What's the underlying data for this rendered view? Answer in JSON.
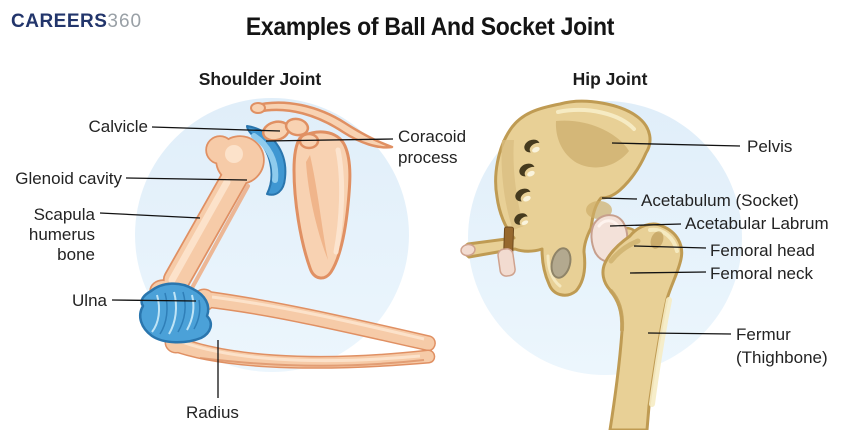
{
  "brand": {
    "name_primary": "CAREERS",
    "name_secondary": "360"
  },
  "title": "Examples of Ball And Socket Joint",
  "shoulder": {
    "heading": "Shoulder Joint",
    "labels": {
      "clavicle": "Calvicle",
      "coracoid_process": "Coracoid process",
      "glenoid_cavity": "Glenoid cavity",
      "scapula_humerus_bone": "Scapula humerus bone",
      "ulna": "Ulna",
      "radius": "Radius"
    }
  },
  "hip": {
    "heading": "Hip Joint",
    "labels": {
      "pelvis": "Pelvis",
      "acetabulum": "Acetabulum (Socket)",
      "acetabular_labrum": "Acetabular Labrum",
      "femoral_head": "Femoral head",
      "femoral_neck": "Femoral neck",
      "femur": "Fermur (Thighbone)"
    }
  },
  "colors": {
    "brand_navy": "#22356b",
    "brand_gray": "#99a0a6",
    "circle_background": "#e2eff9",
    "shoulder_bone": "#f7cfae",
    "shoulder_bone_outline": "#e09063",
    "joint_capsule_blue": "#4ba1d8",
    "hip_bone": "#e8d096",
    "hip_bone_outline": "#bf9b53",
    "cartilage_pink": "#f3e1d9",
    "label_text": "#232323",
    "leader_line": "#111111"
  }
}
